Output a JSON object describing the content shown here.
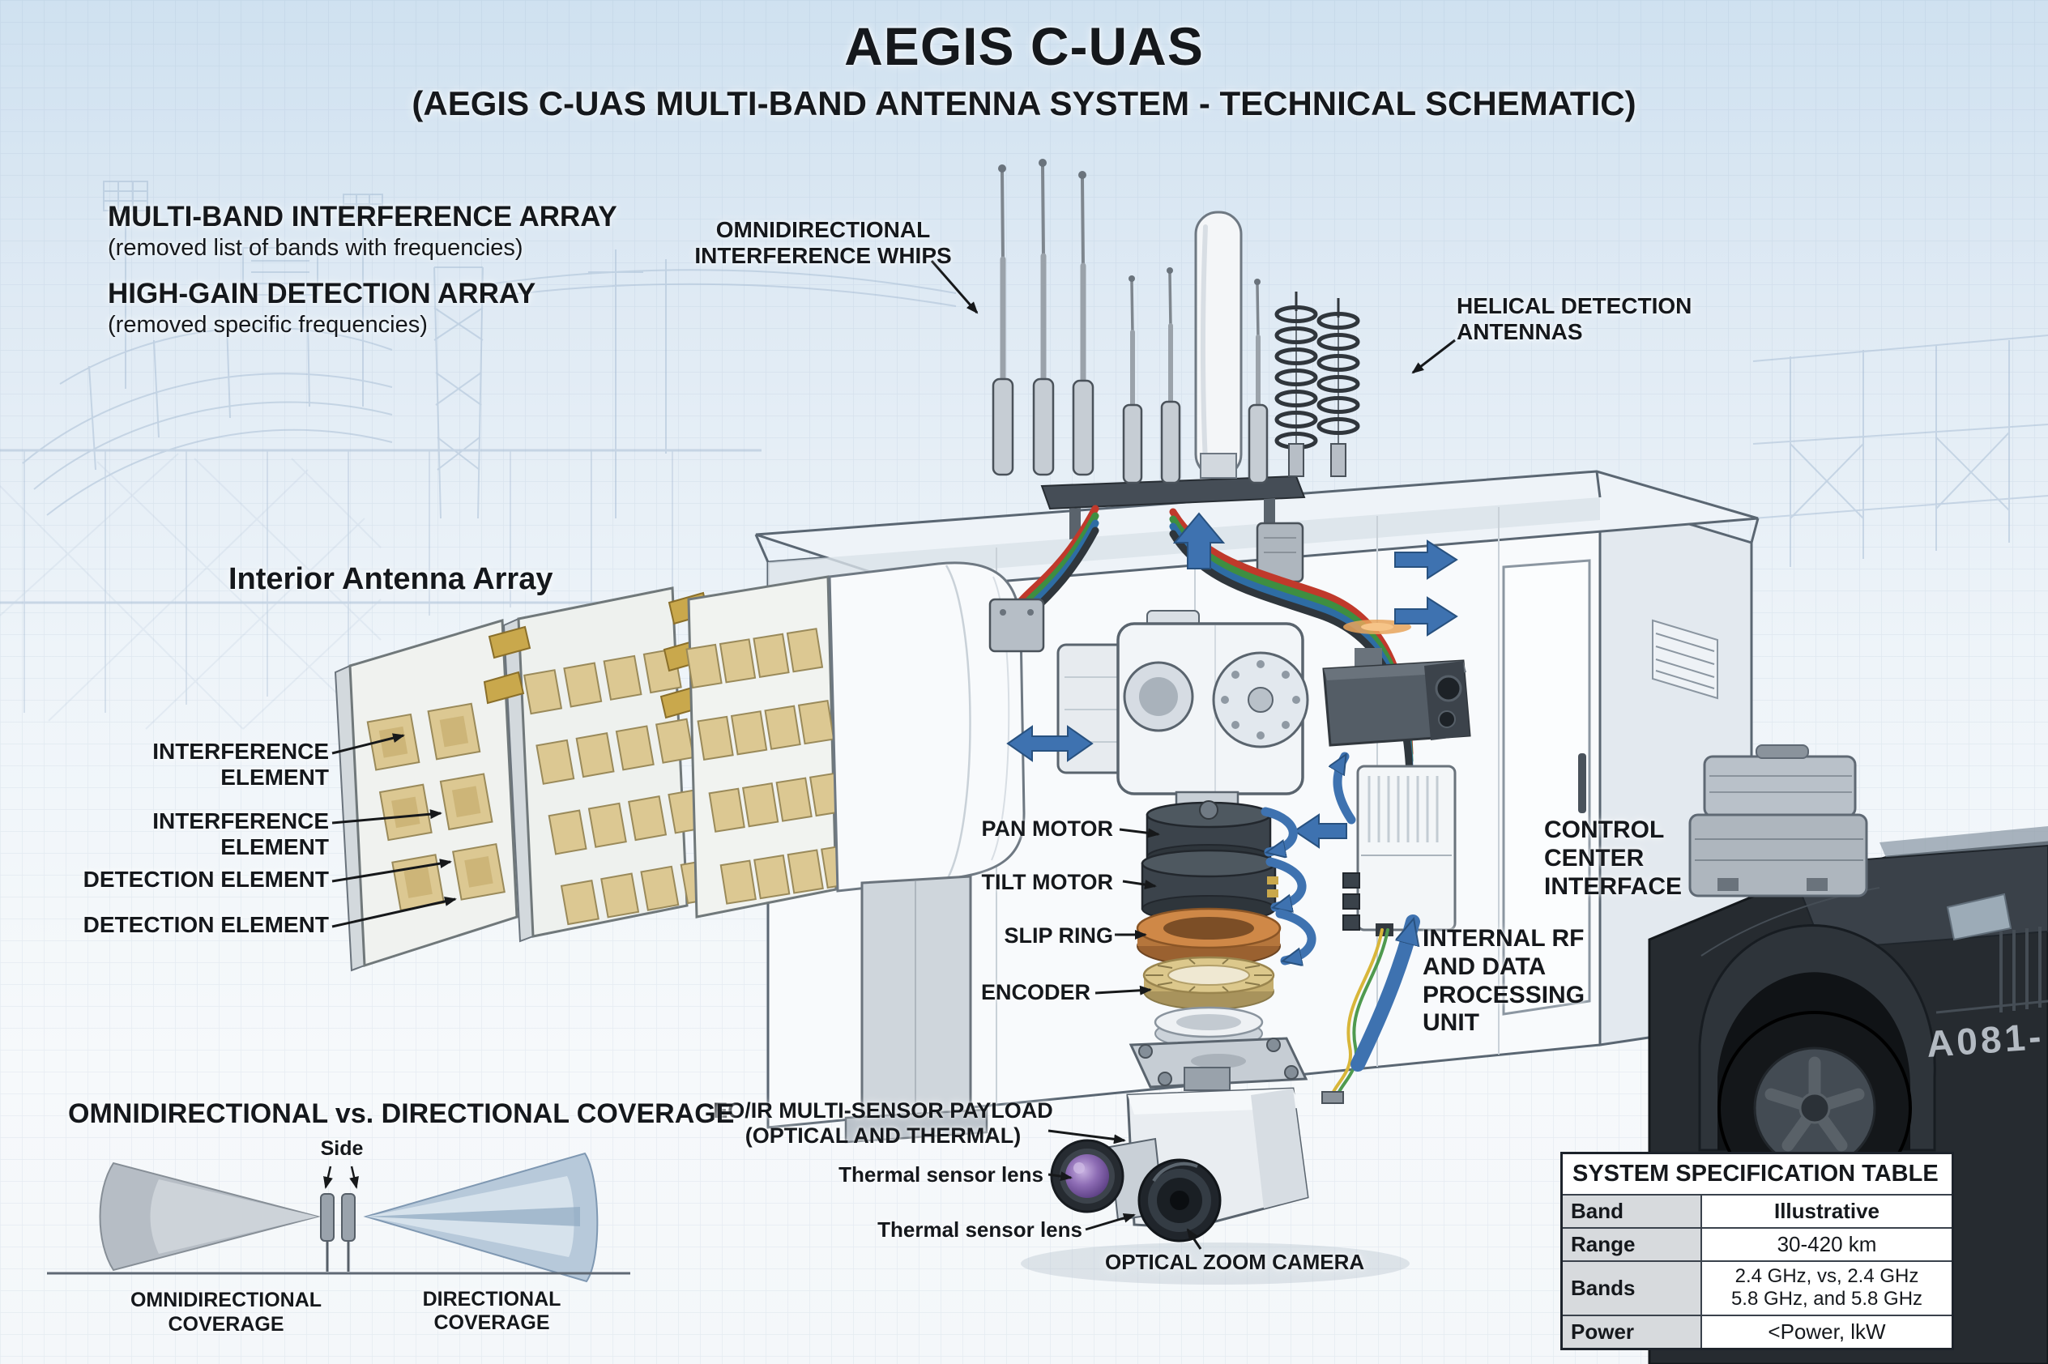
{
  "header": {
    "title": "AEGIS C-UAS",
    "subtitle": "(AEGIS C-UAS MULTI-BAND ANTENNA SYSTEM - TECHNICAL SCHEMATIC)"
  },
  "legend": {
    "multiband_title": "MULTI-BAND INTERFERENCE ARRAY",
    "multiband_note": "(removed list of bands with frequencies)",
    "highgain_title": "HIGH-GAIN DETECTION ARRAY",
    "highgain_note": "(removed specific frequencies)"
  },
  "callouts": {
    "omni_whips": "OMNIDIRECTIONAL INTERFERENCE WHIPS",
    "helical": "HELICAL DETECTION ANTENNAS",
    "interior_array": "Interior Antenna Array",
    "interference_element": "INTERFERENCE ELEMENT",
    "detection_element": "DETECTION ELEMENT",
    "pan_motor": "PAN MOTOR",
    "tilt_motor": "TILT MOTOR",
    "slip_ring": "SLIP RING",
    "encoder": "ENCODER",
    "control_center_interface": "CONTROL CENTER INTERFACE",
    "internal_rf": "INTERNAL RF AND DATA PROCESSING UNIT",
    "eoir_line1": "EO/IR MULTI-SENSOR PAYLOAD",
    "eoir_line2": "(OPTICAL AND THERMAL)",
    "thermal_lens": "Thermal sensor lens",
    "optical_zoom": "OPTICAL ZOOM CAMERA"
  },
  "coverage": {
    "title": "OMNIDIRECTIONAL vs. DIRECTIONAL COVERAGE",
    "side": "Side",
    "omni_label": "OMNIDIRECTIONAL COVERAGE",
    "directional_label": "DIRECTIONAL COVERAGE"
  },
  "spec_table": {
    "title": "SYSTEM SPECIFICATION TABLE",
    "rows": [
      {
        "label": "Band",
        "value": "Illustrative"
      },
      {
        "label": "Range",
        "value": "30-420 km"
      },
      {
        "label": "Bands",
        "value": "2.4 GHz, vs, 2.4 GHz",
        "value2": "5.8 GHz, and 5.8 GHz"
      },
      {
        "label": "Power",
        "value": "<Power, lkW"
      }
    ]
  },
  "vehicle": {
    "marking": "A081-"
  },
  "colors": {
    "accent_blue": "#3e72b0",
    "cable_red": "#c0392b",
    "cable_green": "#3e8e41",
    "cable_blue": "#2e6da4",
    "slip_ring_copper": "#cf8847",
    "encoder_gold": "#dcc88c"
  }
}
